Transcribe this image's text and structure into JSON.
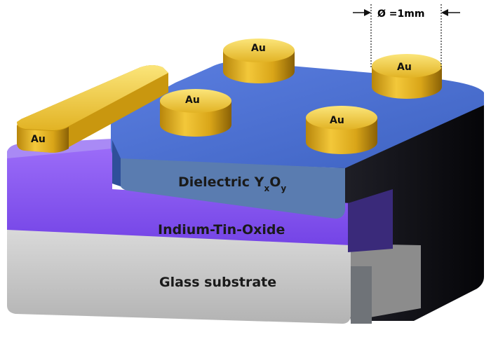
{
  "labels": {
    "dielectric_main": "Dielectric Y",
    "dielectric_sub1": "x",
    "dielectric_mid": "O",
    "dielectric_sub2": "y",
    "ito": "Indium-Tin-Oxide",
    "glass": "Glass substrate",
    "diameter": "Ø =1mm"
  },
  "electrodes": [
    {
      "id": "bar",
      "label": "Au"
    },
    {
      "id": "top-center",
      "label": "Au"
    },
    {
      "id": "top-right",
      "label": "Au"
    },
    {
      "id": "front-left",
      "label": "Au"
    },
    {
      "id": "front-right",
      "label": "Au"
    }
  ],
  "colors": {
    "gold": "#e6b219",
    "gold_top": "#f6d65a",
    "dielectric": "#4a6fc8",
    "dielectric_front": "#5d7fb0",
    "ito": "#8b5cf0",
    "glass": "#c9c9c9",
    "dark_side": "#0d0d14"
  }
}
